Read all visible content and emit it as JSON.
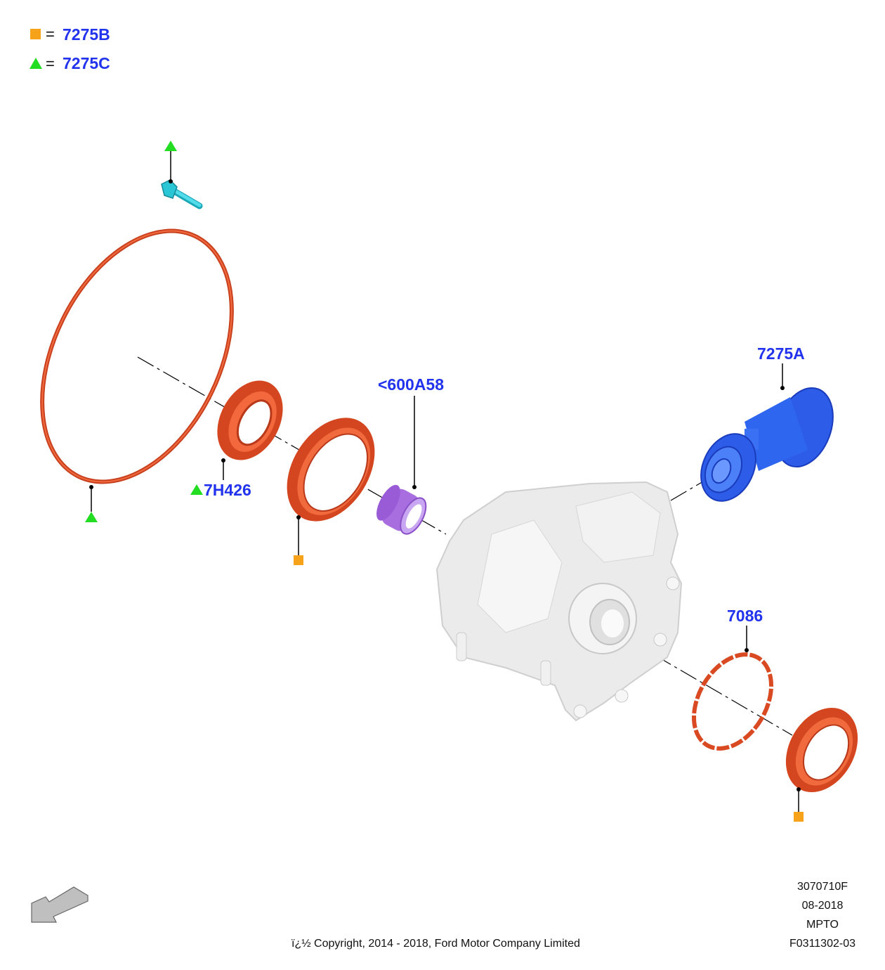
{
  "legend": [
    {
      "symbol": "square",
      "color": "#f7a21b",
      "equals": "=",
      "part": "7275B"
    },
    {
      "symbol": "triangle",
      "color": "#22dd22",
      "equals": "=",
      "part": "7275C"
    }
  ],
  "callouts": {
    "seal_small": "7H426",
    "sleeve": "<600A58",
    "shaft": "7275A",
    "ring": "7086"
  },
  "footer": {
    "copyright": "ï¿½ Copyright, 2014 - 2018, Ford Motor Company Limited",
    "code1": "3070710F",
    "date": "08-2018",
    "group": "MPTO",
    "illustration_id": "F0311302-03"
  },
  "colors": {
    "callout": "#2233ee",
    "seal": "#e0502a",
    "bolt": "#2bc6d6",
    "sleeve": "#b07ee6",
    "shaft": "#2d5de8",
    "housing": "#e4e4e4"
  }
}
